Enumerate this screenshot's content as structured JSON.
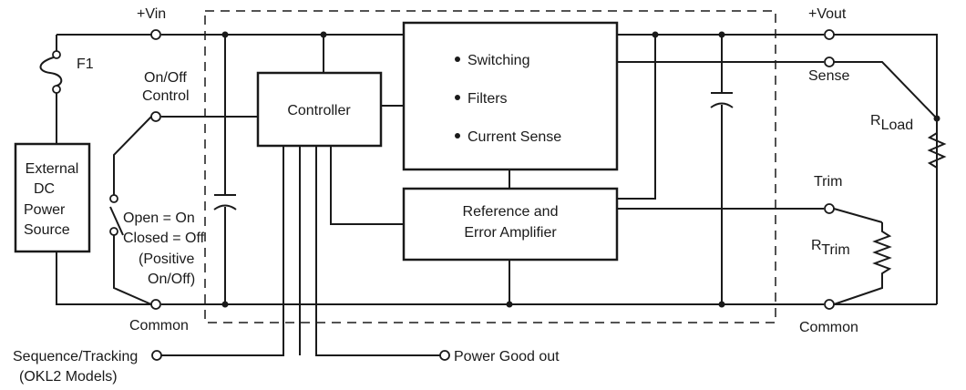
{
  "labels": {
    "vin": "+Vin",
    "vout": "+Vout",
    "f1": "F1",
    "on_off_line1": "On/Off",
    "on_off_line2": "Control",
    "sense": "Sense",
    "controller": "Controller",
    "switching": "Switching",
    "filters": "Filters",
    "current_sense": "Current Sense",
    "source_line1": "External",
    "source_line2": "DC",
    "source_line3": "Power",
    "source_line4": "Source",
    "open_on": "Open = On",
    "closed_off": "Closed = Off",
    "positive_line1": "(Positive",
    "positive_line2": "On/Off)",
    "ref_line1": "Reference and",
    "ref_line2": "Error Amplifier",
    "trim": "Trim",
    "rload_main": "R",
    "rload_sub": "Load",
    "rtrim_main": "R",
    "rtrim_sub": "Trim",
    "common_left": "Common",
    "common_right": "Common",
    "sequence_line1": "Sequence/Tracking",
    "sequence_line2": "(OKL2 Models)",
    "power_good": "Power Good out"
  }
}
